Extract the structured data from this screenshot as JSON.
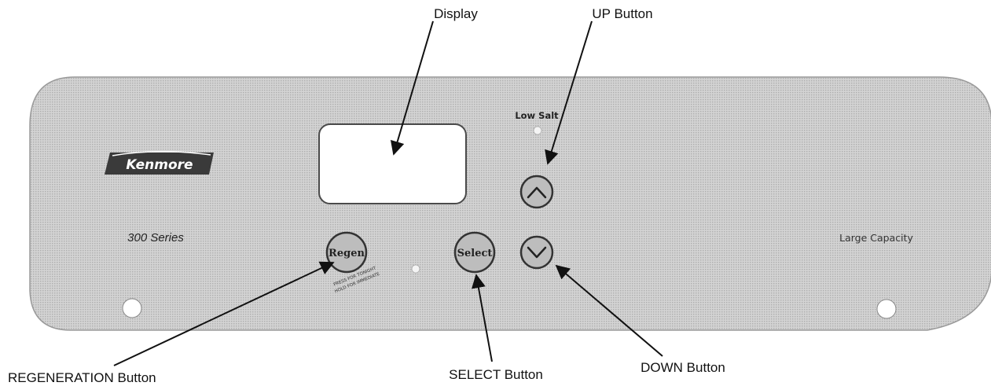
{
  "panel": {
    "brand": "Kenmore",
    "series": "300 Series",
    "capacity": "Large Capacity",
    "low_salt_label": "Low Salt",
    "buttons": {
      "regen_label": "Regen",
      "regen_caption_1": "PRESS FOR TONIGHT",
      "regen_caption_2": "HOLD FOR IMMEDIATE",
      "select_label": "Select"
    }
  },
  "callouts": {
    "display": "Display",
    "up_button": "UP Button",
    "regeneration_button": "REGENERATION Button",
    "select_button": "SELECT Button",
    "down_button": "DOWN Button"
  },
  "colors": {
    "panel_fill": "#c9c9c9",
    "display_fill": "#ffffff",
    "brand_badge": "#444444",
    "line": "#111111"
  }
}
